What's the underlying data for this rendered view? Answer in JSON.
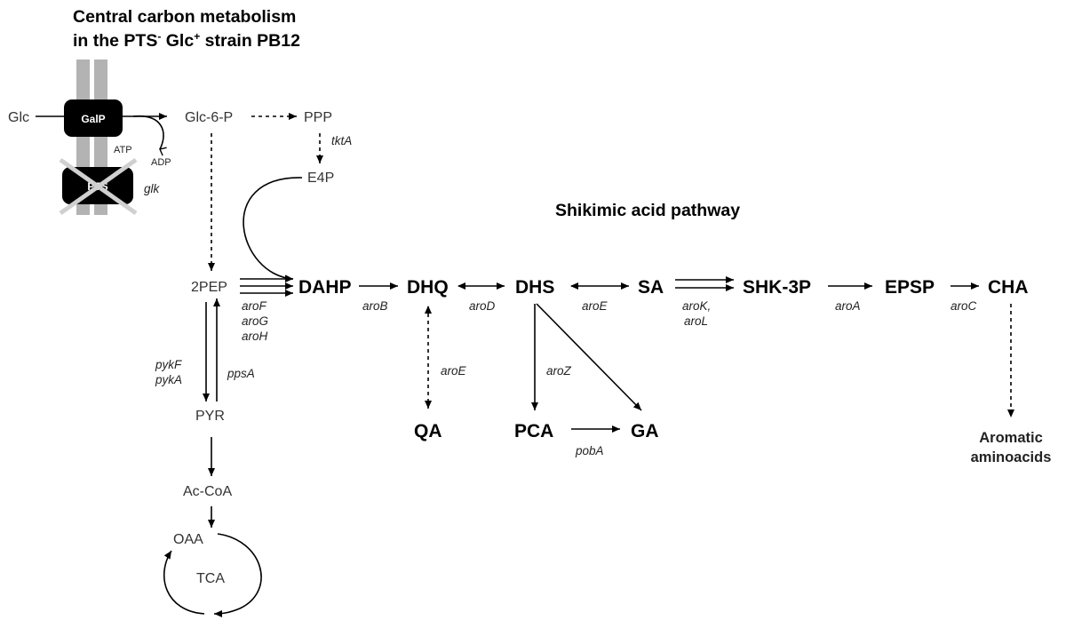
{
  "titles": {
    "central_line1": "Central carbon metabolism",
    "central_line2_prefix": "in the PTS",
    "central_sup1": "-",
    "central_mid": " Glc",
    "central_sup2": "+",
    "central_suffix": " strain PB12",
    "shikimic": "Shikimic acid pathway"
  },
  "transporters": {
    "galp": "GalP",
    "pts": "PTS"
  },
  "metabolites": {
    "glc": "Glc",
    "glc6p": "Glc-6-P",
    "ppp": "PPP",
    "e4p": "E4P",
    "pep": "2PEP",
    "pyr": "PYR",
    "accoa": "Ac-CoA",
    "oaa": "OAA",
    "tca": "TCA",
    "atp": "ATP",
    "adp": "ADP",
    "dahp": "DAHP",
    "dhq": "DHQ",
    "dhs": "DHS",
    "sa": "SA",
    "shk3p": "SHK-3P",
    "epsp": "EPSP",
    "cha": "CHA",
    "qa": "QA",
    "pca": "PCA",
    "ga": "GA",
    "aromatic1": "Aromatic",
    "aromatic2": "aminoacids"
  },
  "enzymes": {
    "glk": "glk",
    "tkta": "tktA",
    "arof": "aroF",
    "arog": "aroG",
    "aroh": "aroH",
    "arob": "aroB",
    "arod": "aroD",
    "aroe": "aroE",
    "arok": "aroK,",
    "arol": "aroL",
    "aroa": "aroA",
    "aroc": "aroC",
    "aroe_qa": "aroE",
    "aroz": "aroZ",
    "poba": "pobA",
    "pykf": "pykF",
    "pyka": "pykA",
    "ppsa": "ppsA"
  },
  "colors": {
    "membrane": "#b3b3b3",
    "transporter": "#000000",
    "cross": "#d0d0d0",
    "text": "#000000"
  }
}
